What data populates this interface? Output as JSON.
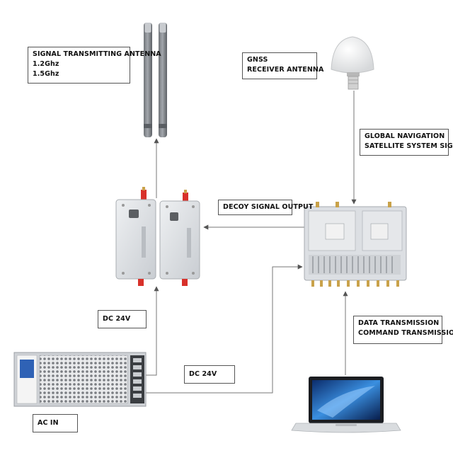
{
  "labels": {
    "tx_antenna": {
      "line1": "SIGNAL TRANSMITTING ANTENNA",
      "line2": "1.2Ghz",
      "line3": "1.5Ghz"
    },
    "gnss": {
      "line1": "GNSS",
      "line2": "RECEIVER ANTENNA"
    },
    "gnss_signals": {
      "line1": "GLOBAL NAVIGATION",
      "line2": "SATELLITE SYSTEM SIGNALS"
    },
    "decoy": {
      "line1": "DECOY SIGNAL OUTPUT"
    },
    "dc_24v_left": {
      "line1": "DC 24V"
    },
    "dc_24v_mid": {
      "line1": "DC 24V"
    },
    "data_tx": {
      "line1": "DATA TRANSMISSION",
      "line2": "COMMAND TRANSMISSION"
    },
    "ac_in": {
      "line1": "AC IN"
    }
  },
  "colors": {
    "line": "#777777",
    "box_border": "#555555",
    "device_body": "#dcdfe3",
    "antenna_gray": "#8a8e93",
    "sma_red": "#d8312a",
    "brass": "#c9a24a"
  },
  "icons": [
    "antenna-icon",
    "gnss-dome-icon",
    "amplifier-icon",
    "generator-unit-icon",
    "power-supply-icon",
    "laptop-icon"
  ]
}
